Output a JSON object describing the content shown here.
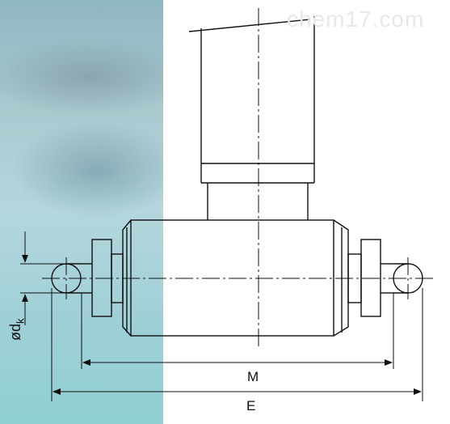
{
  "watermark": "chem17.com",
  "dimensions": {
    "m_label": "M",
    "e_label": "E",
    "diameter_symbol": "ø",
    "dk_main": "d",
    "dk_sub": "k"
  }
}
